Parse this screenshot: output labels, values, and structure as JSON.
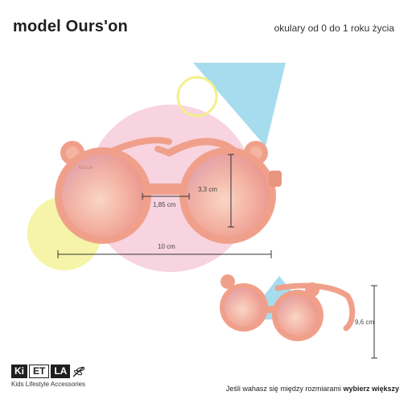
{
  "header": {
    "title": "model Ours'on",
    "subtitle": "okulary od 0 do 1 roku życia"
  },
  "dimensions": {
    "bridge": "1,85 cm",
    "lens_height": "3,3 cm",
    "total_width": "10 cm",
    "temple_length": "9,6 cm"
  },
  "brand": {
    "logo_parts": [
      "Ki",
      "ET",
      "LA"
    ],
    "tagline": "Kids Lifestyle Accessories",
    "frame_imprint": "KiETLA"
  },
  "footer": {
    "note_prefix": "Jeśli wahasz się między rozmiarami",
    "note_emphasis": "wybierz większy"
  },
  "colors": {
    "frame": "#f0a08a",
    "lens": "#f3b7a8",
    "circle_pink": "#f8d4e0",
    "circle_yellow": "#f5f4a8",
    "triangle_blue": "#a6dced"
  }
}
